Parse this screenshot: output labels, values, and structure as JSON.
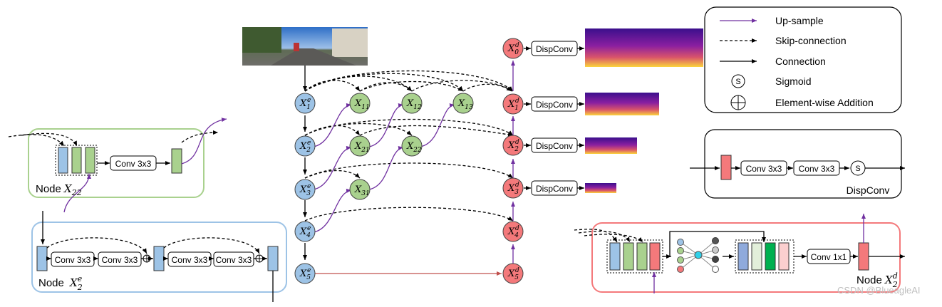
{
  "legend": {
    "items": [
      {
        "label": "Up-sample"
      },
      {
        "label": "Skip-connection"
      },
      {
        "label": "Connection"
      },
      {
        "label": "Sigmoid",
        "symbol": "S"
      },
      {
        "label": "Element-wise Addition"
      }
    ]
  },
  "encoder_nodes": [
    {
      "base": "X",
      "sub": "1",
      "sup": "e"
    },
    {
      "base": "X",
      "sub": "2",
      "sup": "e"
    },
    {
      "base": "X",
      "sub": "3",
      "sup": "e"
    },
    {
      "base": "X",
      "sub": "4",
      "sup": "e"
    },
    {
      "base": "X",
      "sub": "5",
      "sup": "e"
    }
  ],
  "intermediate_nodes": [
    {
      "base": "X",
      "sub": "11"
    },
    {
      "base": "X",
      "sub": "12"
    },
    {
      "base": "X",
      "sub": "13"
    },
    {
      "base": "X",
      "sub": "21"
    },
    {
      "base": "X",
      "sub": "22"
    },
    {
      "base": "X",
      "sub": "31"
    }
  ],
  "decoder_nodes": [
    {
      "base": "X",
      "sub": "0",
      "sup": "d"
    },
    {
      "base": "X",
      "sub": "1",
      "sup": "d"
    },
    {
      "base": "X",
      "sub": "2",
      "sup": "d"
    },
    {
      "base": "X",
      "sub": "3",
      "sup": "d"
    },
    {
      "base": "X",
      "sub": "4",
      "sup": "d"
    },
    {
      "base": "X",
      "sub": "5",
      "sup": "d"
    }
  ],
  "disp_boxes": [
    "DispConv",
    "DispConv",
    "DispConv",
    "DispConv"
  ],
  "node_x22_panel": {
    "title": "Node ",
    "base": "X",
    "sub": "22",
    "conv": "Conv 3x3"
  },
  "node_x2e_panel": {
    "title": "Node ",
    "base": "X",
    "sub": "2",
    "sup": "e",
    "convs": [
      "Conv 3x3",
      "Conv 3x3",
      "Conv 3x3",
      "Conv 3x3"
    ]
  },
  "dispconv_panel": {
    "title": "DispConv",
    "convs": [
      "Conv 3x3",
      "Conv 3x3"
    ],
    "sigmoid": "S"
  },
  "node_x2d_panel": {
    "title": "Node ",
    "base": "X",
    "sub": "2",
    "sup": "d",
    "conv": "Conv 1x1"
  },
  "watermark": "CSDN @BlueagleAI",
  "colors": {
    "encoder": "#9dc3e6",
    "intermediate": "#a9d18e",
    "decoder": "#f4797b",
    "upsample": "#7030a0",
    "connection": "#000000",
    "red_line": "#c0504d"
  }
}
